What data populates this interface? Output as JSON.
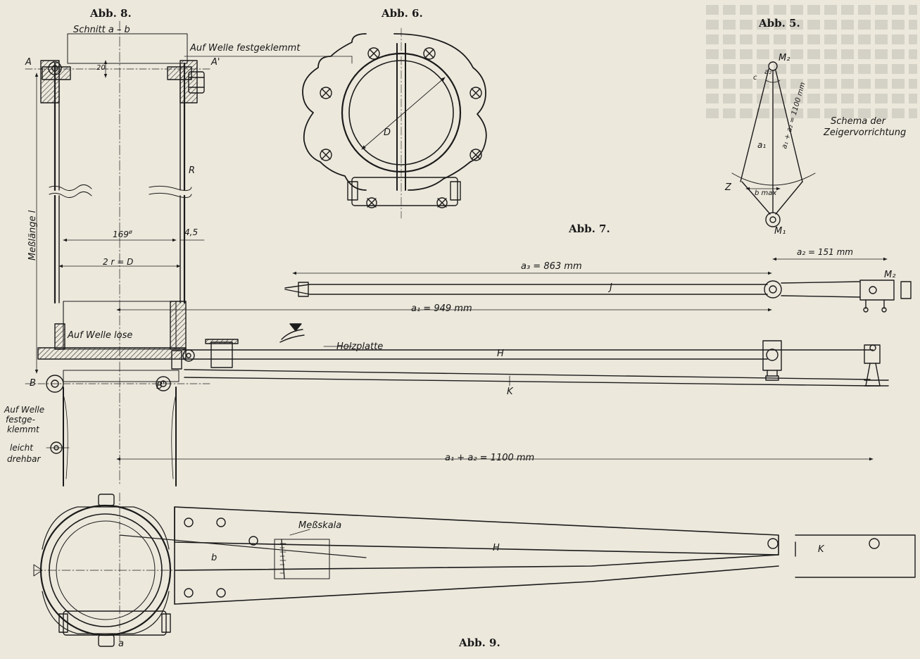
{
  "figures": {
    "abb5": "Abb. 5.",
    "abb6": "Abb. 6.",
    "abb7": "Abb. 7.",
    "abb8": "Abb. 8.",
    "abb9": "Abb. 9."
  },
  "labels": {
    "schnitt": "Schnitt  a – b",
    "auf_welle_festgeklemmt": "Auf Welle festgeklemmt",
    "dim_20": "20",
    "A": "A",
    "A_prime": "A'",
    "R": "R",
    "messlaenge": "Meßlänge l",
    "dim_169": "169",
    "dim_169_sup": "ø",
    "dim_4_5": "4,5",
    "dim_2r_D": "2 r = D",
    "D": "D",
    "auf_welle_lose": "Auf Welle lose",
    "B": "B",
    "B_prime": "B'",
    "auf_welle_festgeklemmt_2a": "Auf Welle",
    "auf_welle_festgeklemmt_2b": "festge-",
    "auf_welle_festgeklemmt_2c": "klemmt",
    "leicht": "leicht",
    "drehbar": "drehbar",
    "a3": "a₃ = 863 mm",
    "a1": "a₁ = 949 mm",
    "a1a2": "a₁ + a₂ = 1100 mm",
    "a2": "a₂ = 151 mm",
    "J": "J",
    "H": "H",
    "K": "K",
    "M2": "M₂",
    "M1": "M₁",
    "holzplatte": "Holzplatte",
    "messskala": "Meßskala",
    "b": "b",
    "a": "a",
    "schema_1": "Schema der",
    "schema_2": "Zeigervorrichtung",
    "s5_a2": "a₂",
    "s5_c": "c",
    "s5_a1": "a₁",
    "s5_a1a2": "a₁ + a₂ = 1100 mm",
    "s5_Z": "Z",
    "s5_bmax": "b max"
  },
  "colors": {
    "ink": "#1b1b1b",
    "paper": "#ece8dc",
    "hatch": "#2a2a2a"
  }
}
